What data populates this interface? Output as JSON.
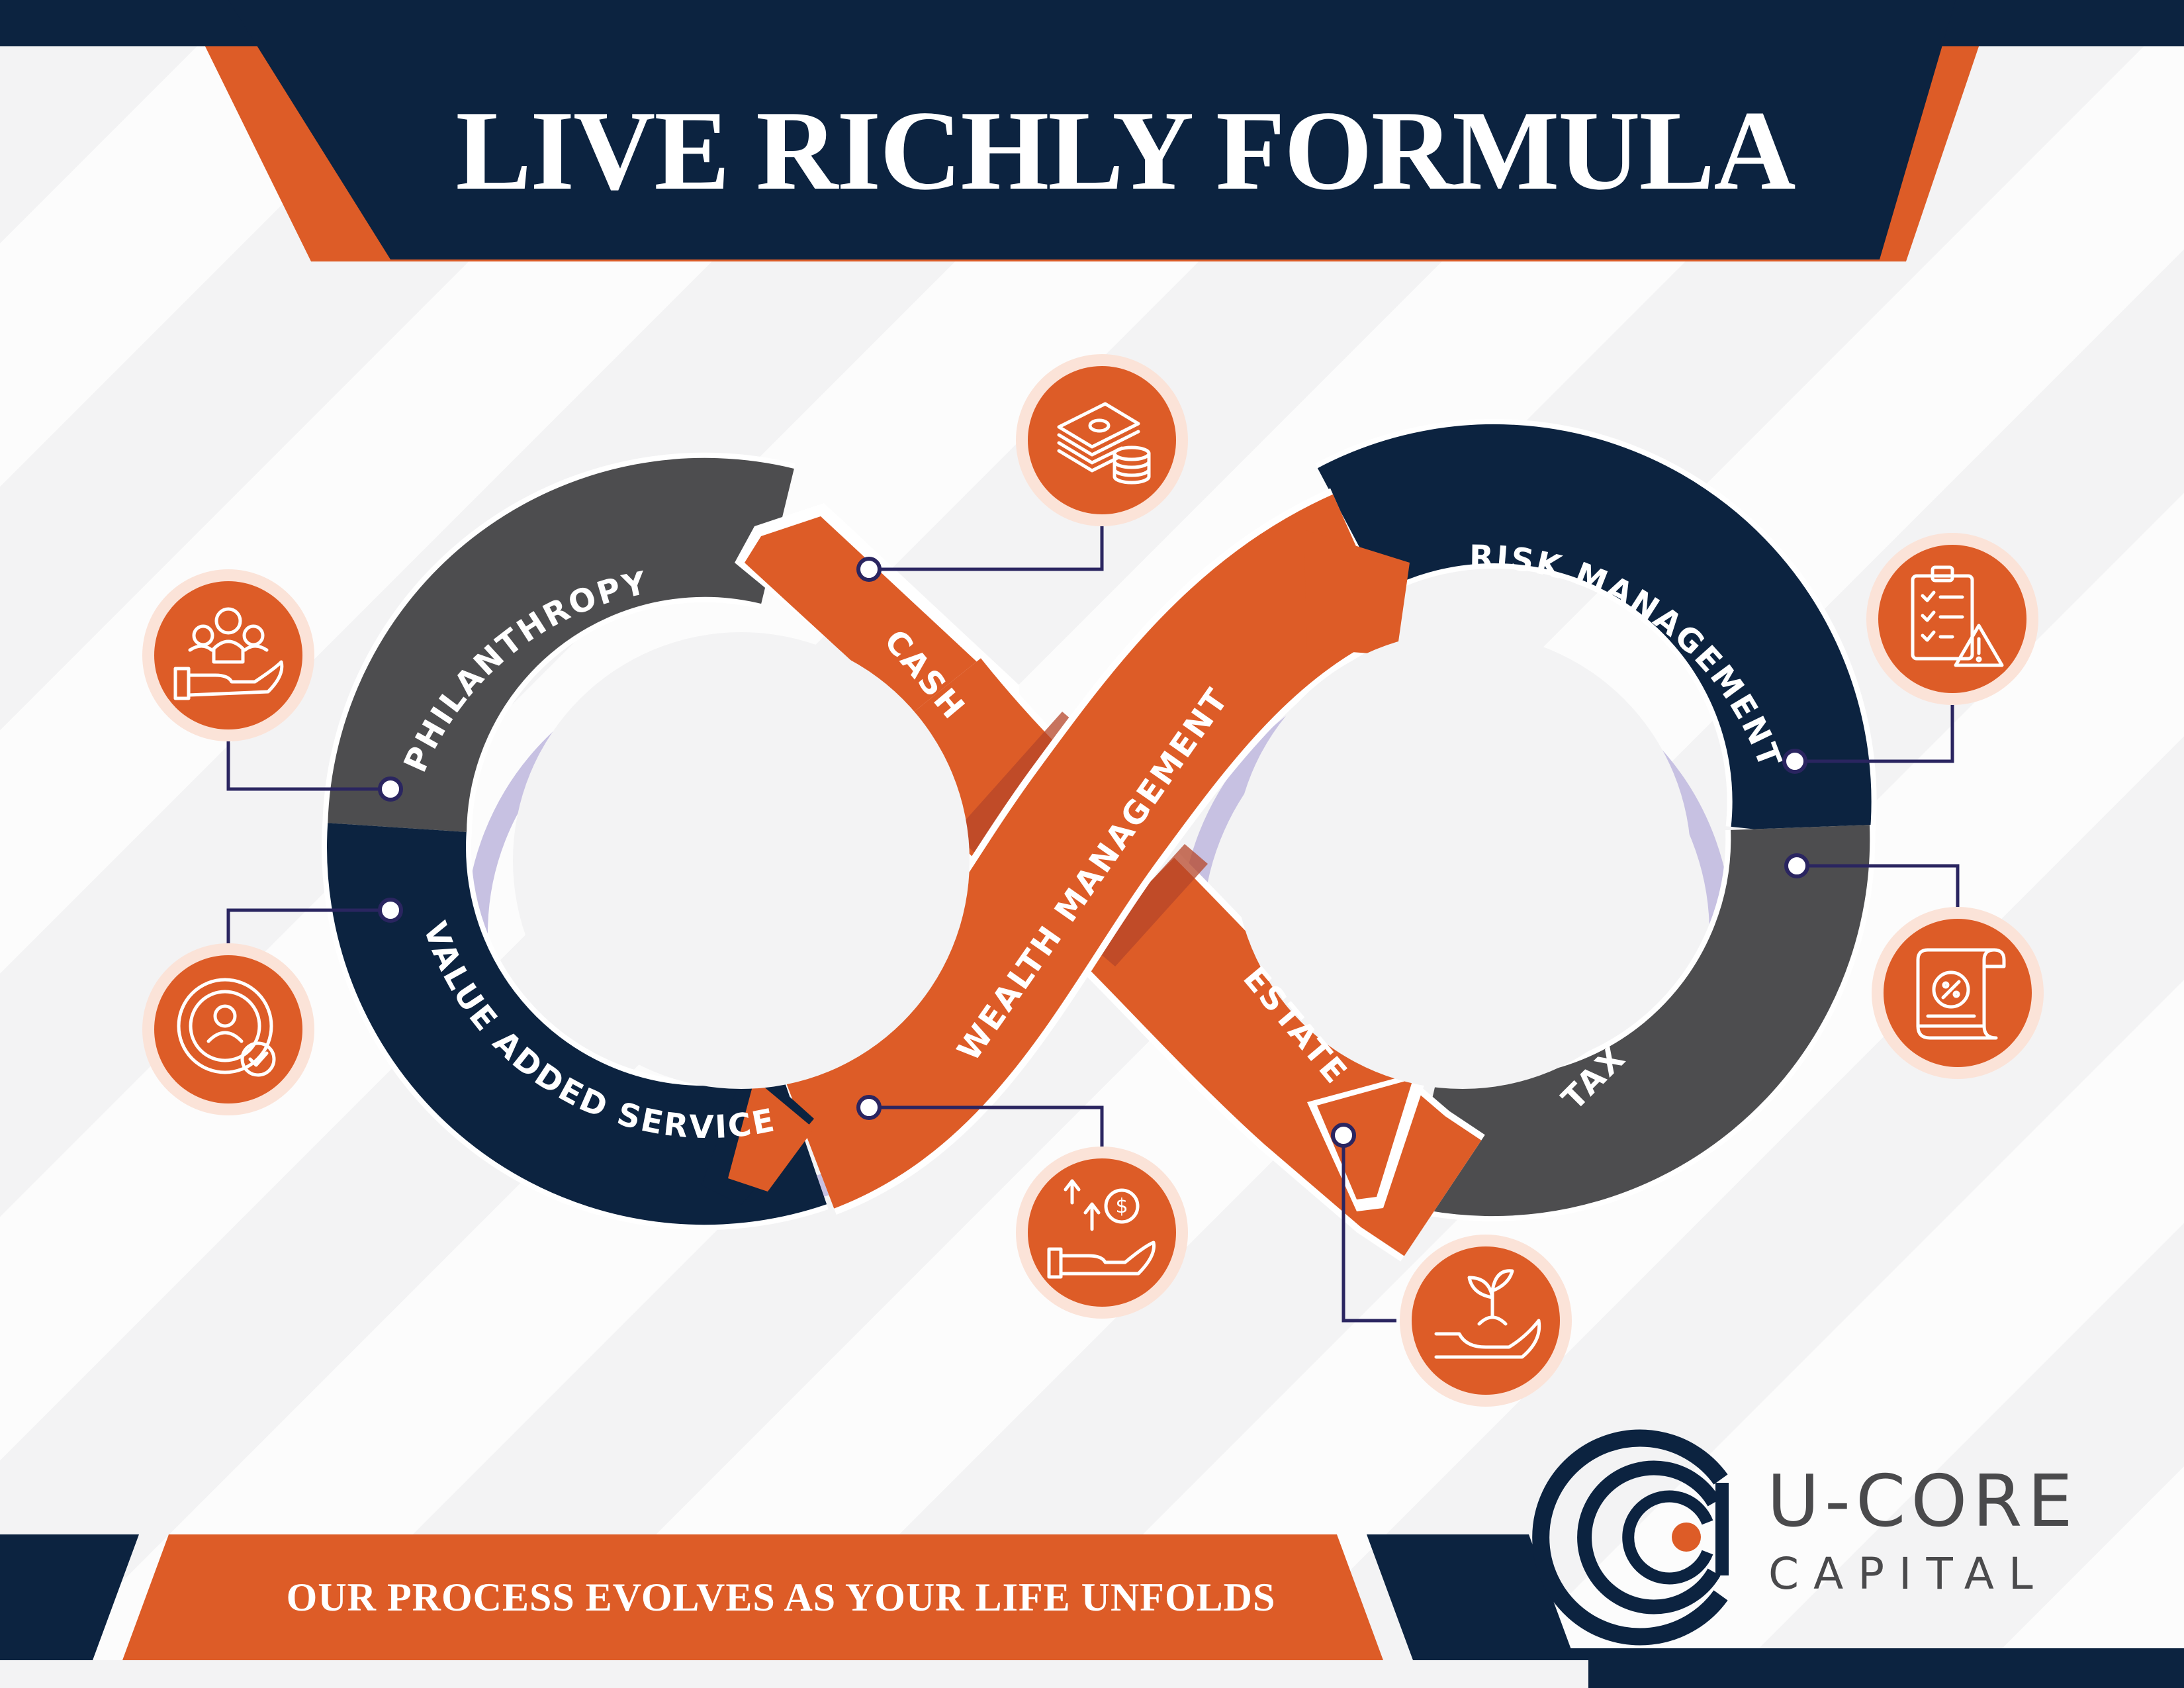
{
  "header": {
    "title": "LIVE RICHLY FORMULA"
  },
  "footer": {
    "tagline": "OUR PROCESS EVOLVES AS YOUR LIFE UNFOLDS"
  },
  "brand": {
    "name": "U-CORE",
    "sub": "CAPITAL"
  },
  "segments": {
    "philanthropy": "PHILANTHROPY",
    "cash": "CASH",
    "wealth_management": "WEALTH MANAGEMENT",
    "risk_management": "RISK MANAGEMENT",
    "tax": "TAX",
    "estate": "ESTATE",
    "value_added_service": "VALUE ADDED SERVICE"
  },
  "colors": {
    "navy": "#0c2340",
    "orange": "#dd5c27",
    "gray": "#4d4d4f",
    "lavender": "#c7c1e2"
  },
  "icons": {
    "philanthropy": "people-in-hand-icon",
    "cash": "money-stack-coins-icon",
    "risk_management": "clipboard-warning-icon",
    "tax": "percent-receipt-icon",
    "estate": "hand-sprout-icon",
    "wealth_management": "hand-growth-dollar-icon",
    "value_added_service": "user-cycle-check-icon"
  }
}
